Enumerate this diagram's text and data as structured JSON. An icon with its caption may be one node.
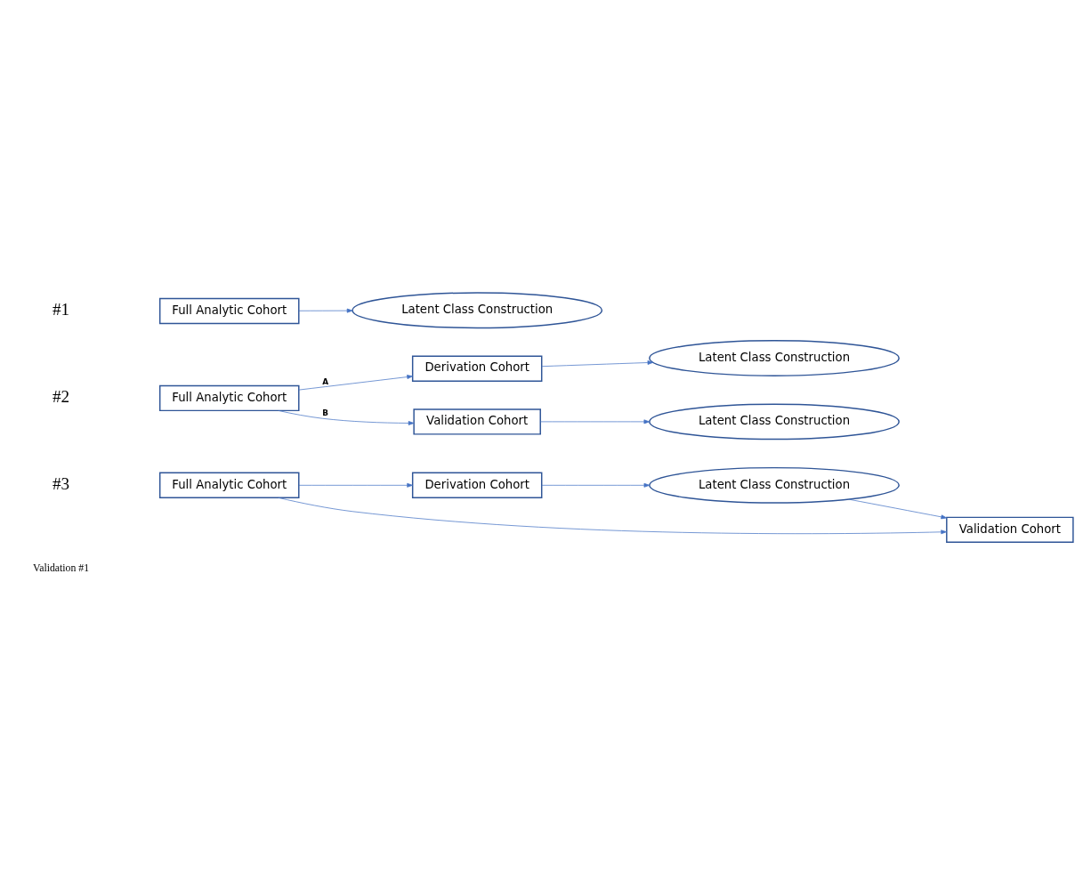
{
  "diagram": {
    "nodes": [
      {
        "text": [
          "Full Analytic Cohort"
        ]
      },
      {
        "text": [
          "Latent Class Construction"
        ]
      },
      {
        "text": [
          "Full Analytic Cohort"
        ]
      },
      {
        "text": [
          "Derivation Cohort"
        ]
      },
      {
        "text": [
          "Latent Class Construction"
        ]
      },
      {
        "text": [
          "Validation Cohort"
        ]
      },
      {
        "text": [
          "Latent Class Construction"
        ]
      },
      {
        "text": [
          "Full Analytic Cohort"
        ]
      },
      {
        "text": [
          "Derivation Cohort"
        ]
      },
      {
        "text": [
          "Latent Class Construction"
        ]
      },
      {
        "text": [
          "Validation Cohort"
        ]
      }
    ],
    "edges": [
      {
        "from": 0,
        "to": 1,
        "arrow": "to"
      },
      {
        "from": 2,
        "to": 3,
        "arrow": "to",
        "label": "A"
      },
      {
        "from": 2,
        "to": 5,
        "arrow": "to",
        "label": "B"
      },
      {
        "from": 3,
        "to": 4,
        "arrow": "to"
      },
      {
        "from": 5,
        "to": 6,
        "arrow": "to"
      },
      {
        "from": 7,
        "to": 8,
        "arrow": "to"
      },
      {
        "from": 7,
        "to": 10,
        "arrow": "to"
      },
      {
        "from": 8,
        "to": 9,
        "arrow": "to"
      },
      {
        "from": 9,
        "to": 10,
        "arrow": "to"
      }
    ],
    "labels": [
      "#1",
      "#2",
      "#3",
      "Validation #1"
    ]
  }
}
